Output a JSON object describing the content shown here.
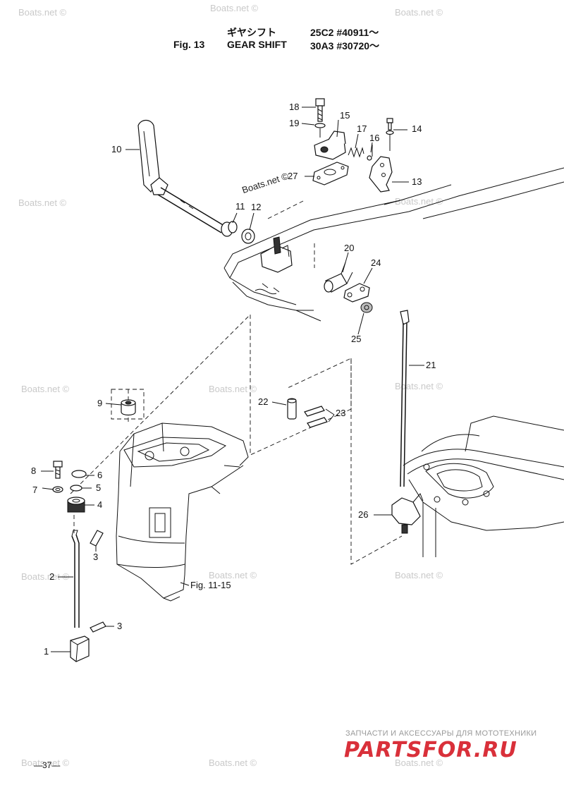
{
  "header": {
    "title_jp": "ギヤシフト",
    "fig": "Fig. 13",
    "title_en": "GEAR SHIFT",
    "serial_1": "25C2 #40911～",
    "serial_2": "30A3 #30720～"
  },
  "watermark": "Boats.net ©",
  "callouts": [
    "1",
    "2",
    "3",
    "3",
    "4",
    "5",
    "6",
    "7",
    "8",
    "9",
    "10",
    "11",
    "12",
    "13",
    "14",
    "15",
    "16",
    "17",
    "18",
    "19",
    "20",
    "21",
    "22",
    "23",
    "24",
    "25",
    "26",
    "27"
  ],
  "fig_reference": "Fig. 11-15",
  "page_number": "—37—",
  "shop": {
    "tagline": "ЗАПЧАСТИ И АКСЕССУАРЫ ДЛЯ МОТОТЕХНИКИ",
    "logo": "PARTSFOR.RU"
  },
  "colors": {
    "logo_red": "#d9303a",
    "watermark_gray": "#c9c9c9"
  }
}
